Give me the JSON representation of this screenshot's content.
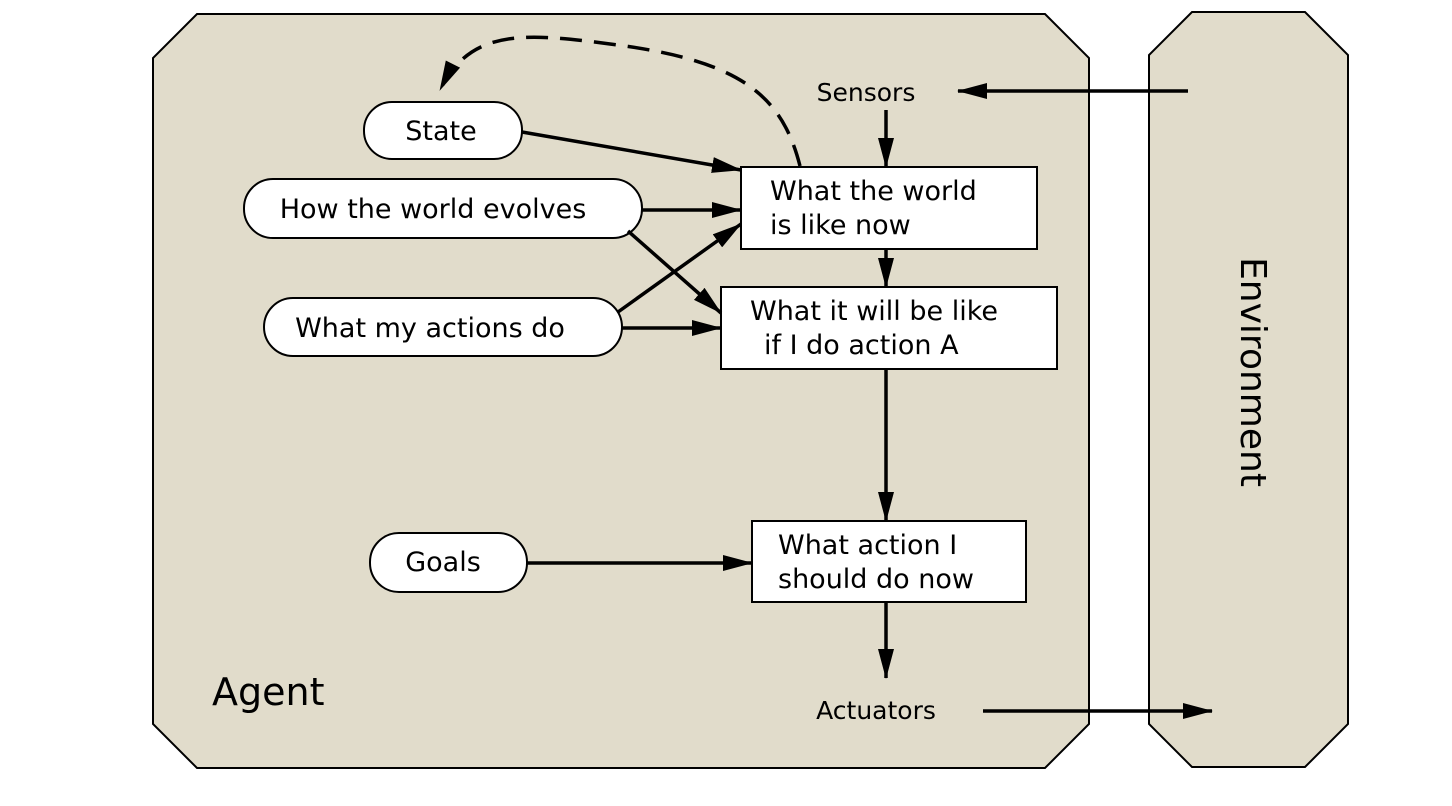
{
  "agent": {
    "label": "Agent",
    "sensors": "Sensors",
    "actuators": "Actuators",
    "state": "State",
    "world_evolves": "How the world evolves",
    "actions_do": "What my actions do",
    "goals": "Goals",
    "world_now": [
      "What the world",
      "is like now"
    ],
    "if_action": [
      "What it will be like",
      "if I do action A"
    ],
    "action_now": [
      "What action I",
      "should do now"
    ]
  },
  "environment": {
    "label": "Environment"
  },
  "colors": {
    "panel_fill": "#e1dccb",
    "stroke": "#000000",
    "node_fill": "#ffffff"
  }
}
